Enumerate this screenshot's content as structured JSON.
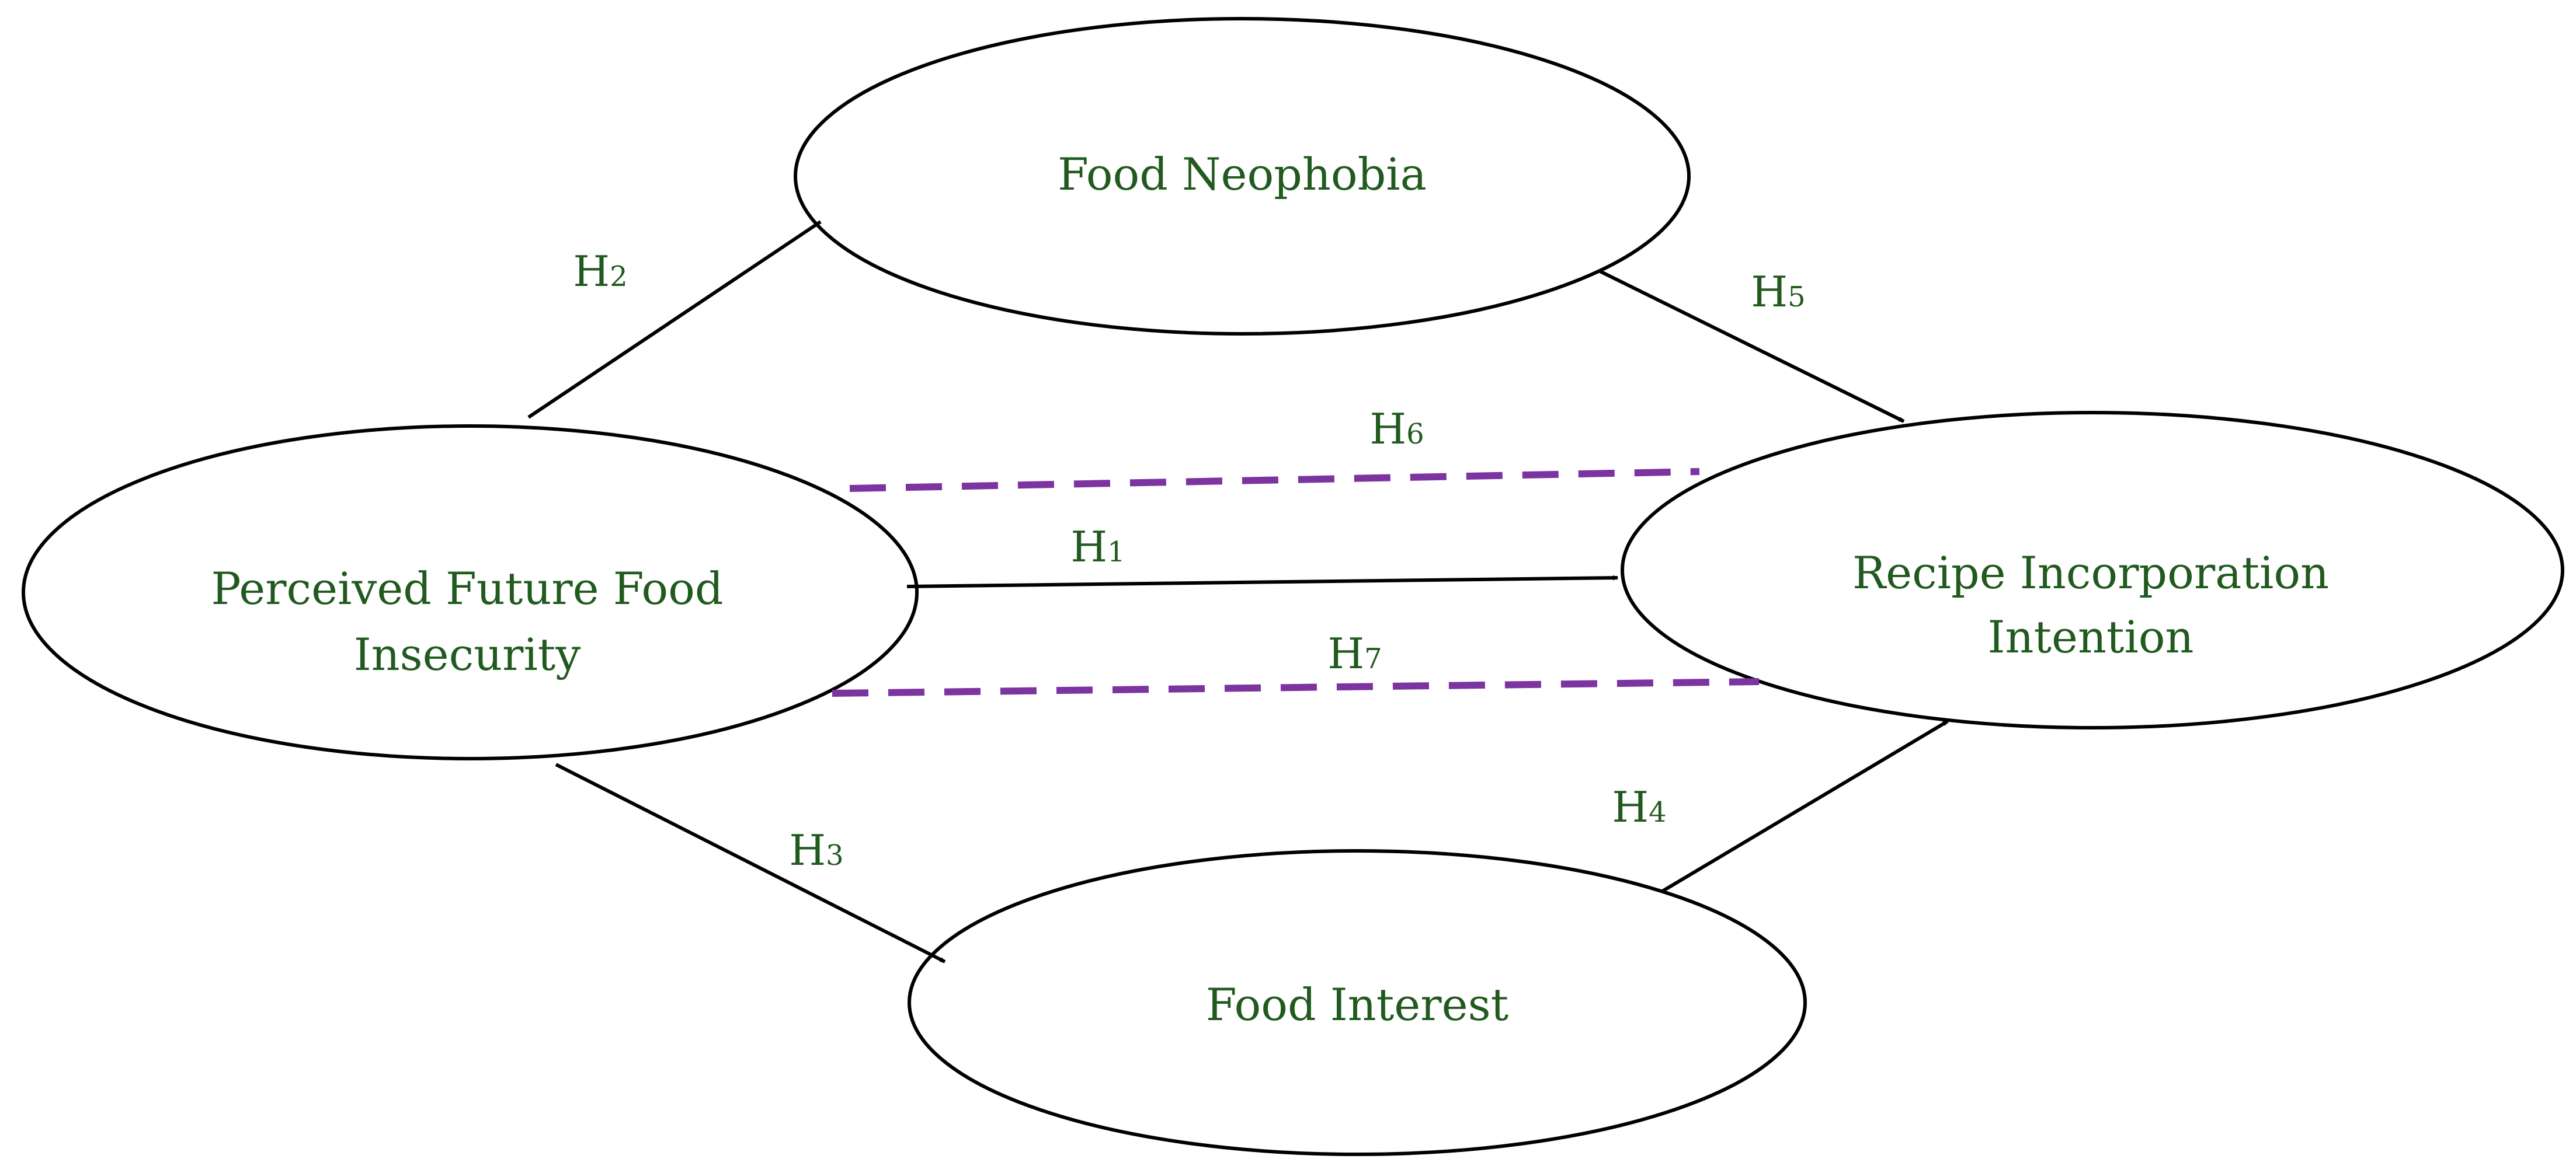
{
  "colors": {
    "text": "#215a1e",
    "line": "#000000",
    "dashed": "#7b34a0"
  },
  "nodes": {
    "pffi": {
      "line1": "Perceived Future Food",
      "line2": "Insecurity"
    },
    "fn": {
      "line1": "Food Neophobia"
    },
    "ri": {
      "line1": "Recipe Incorporation",
      "line2": "Intention"
    },
    "fi": {
      "line1": "Food Interest"
    }
  },
  "edges": [
    {
      "id": "h1",
      "letter": "H",
      "sub": "1",
      "from": "Perceived Future Food Insecurity",
      "to": "Recipe Incorporation Intention",
      "style": "solid"
    },
    {
      "id": "h2",
      "letter": "H",
      "sub": "2",
      "from": "Perceived Future Food Insecurity",
      "to": "Food Neophobia",
      "style": "solid"
    },
    {
      "id": "h3",
      "letter": "H",
      "sub": "3",
      "from": "Perceived Future Food Insecurity",
      "to": "Food Interest",
      "style": "solid"
    },
    {
      "id": "h4",
      "letter": "H",
      "sub": "4",
      "from": "Food Interest",
      "to": "Recipe Incorporation Intention",
      "style": "solid"
    },
    {
      "id": "h5",
      "letter": "H",
      "sub": "5",
      "from": "Food Neophobia",
      "to": "Recipe Incorporation Intention",
      "style": "solid"
    },
    {
      "id": "h6",
      "letter": "H",
      "sub": "6",
      "from": "Perceived Future Food Insecurity",
      "to": "Recipe Incorporation Intention",
      "style": "dashed"
    },
    {
      "id": "h7",
      "letter": "H",
      "sub": "7",
      "from": "Perceived Future Food Insecurity",
      "to": "Recipe Incorporation Intention",
      "style": "dashed"
    }
  ]
}
